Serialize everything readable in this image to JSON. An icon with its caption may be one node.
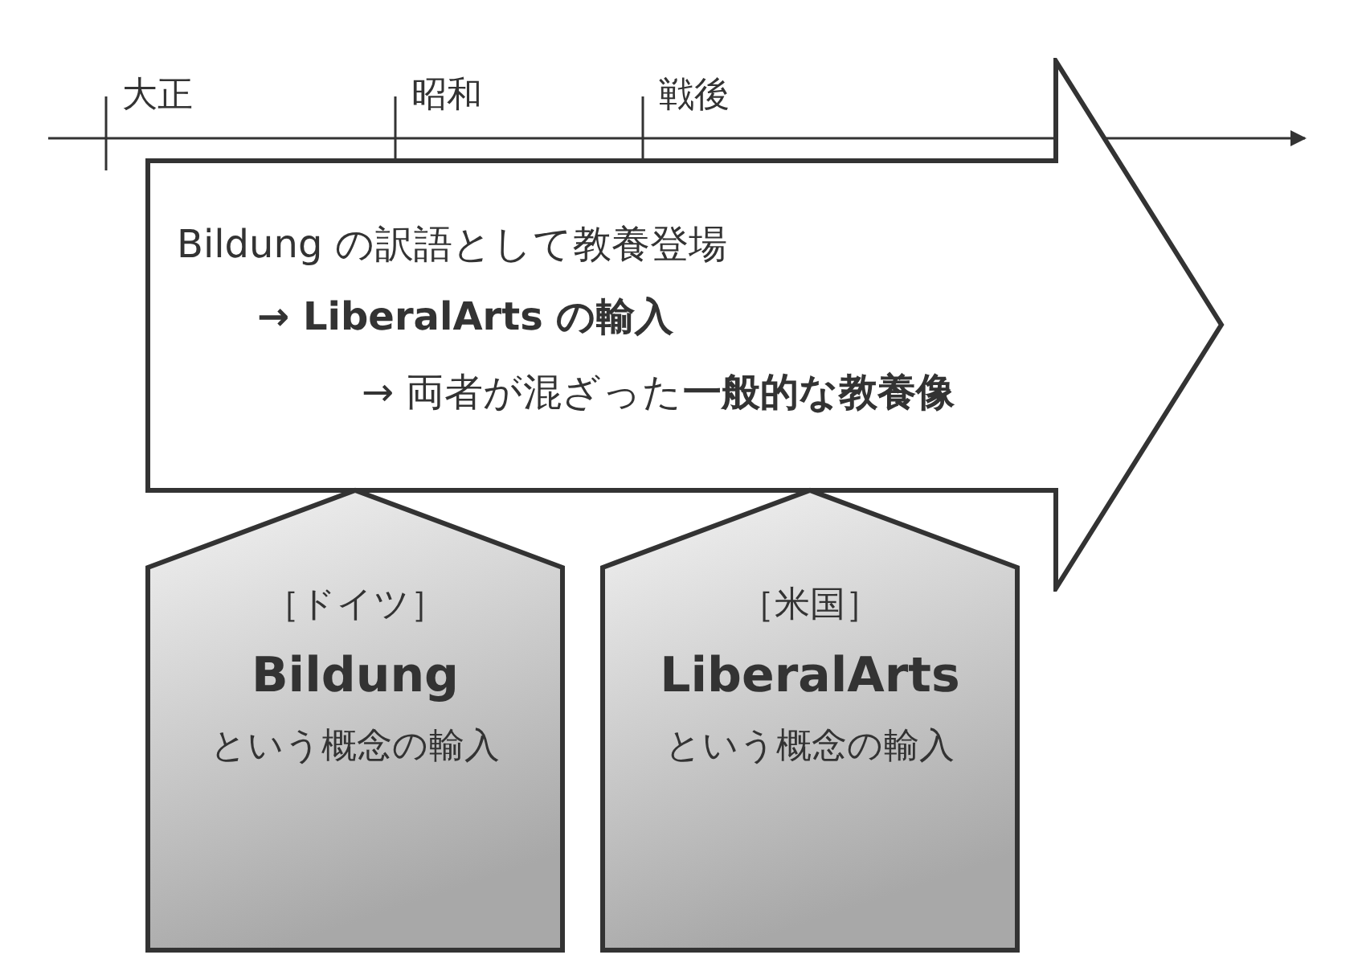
{
  "diagram": {
    "nodes": [
      {
        "text": [
          "Bildung の訳語として教養登場",
          "→ **LiberalArts の輸入**",
          "→ 両者が混ざった**一般的な教養像**"
        ]
      },
      {
        "text": [
          "［ドイツ］",
          "Bildung",
          "という概念の輸入"
        ]
      },
      {
        "text": [
          "［米国］",
          "LiberalArts",
          "という概念の輸入"
        ]
      }
    ],
    "edges": [],
    "labels": [
      "大正",
      "昭和",
      "戦後"
    ]
  }
}
